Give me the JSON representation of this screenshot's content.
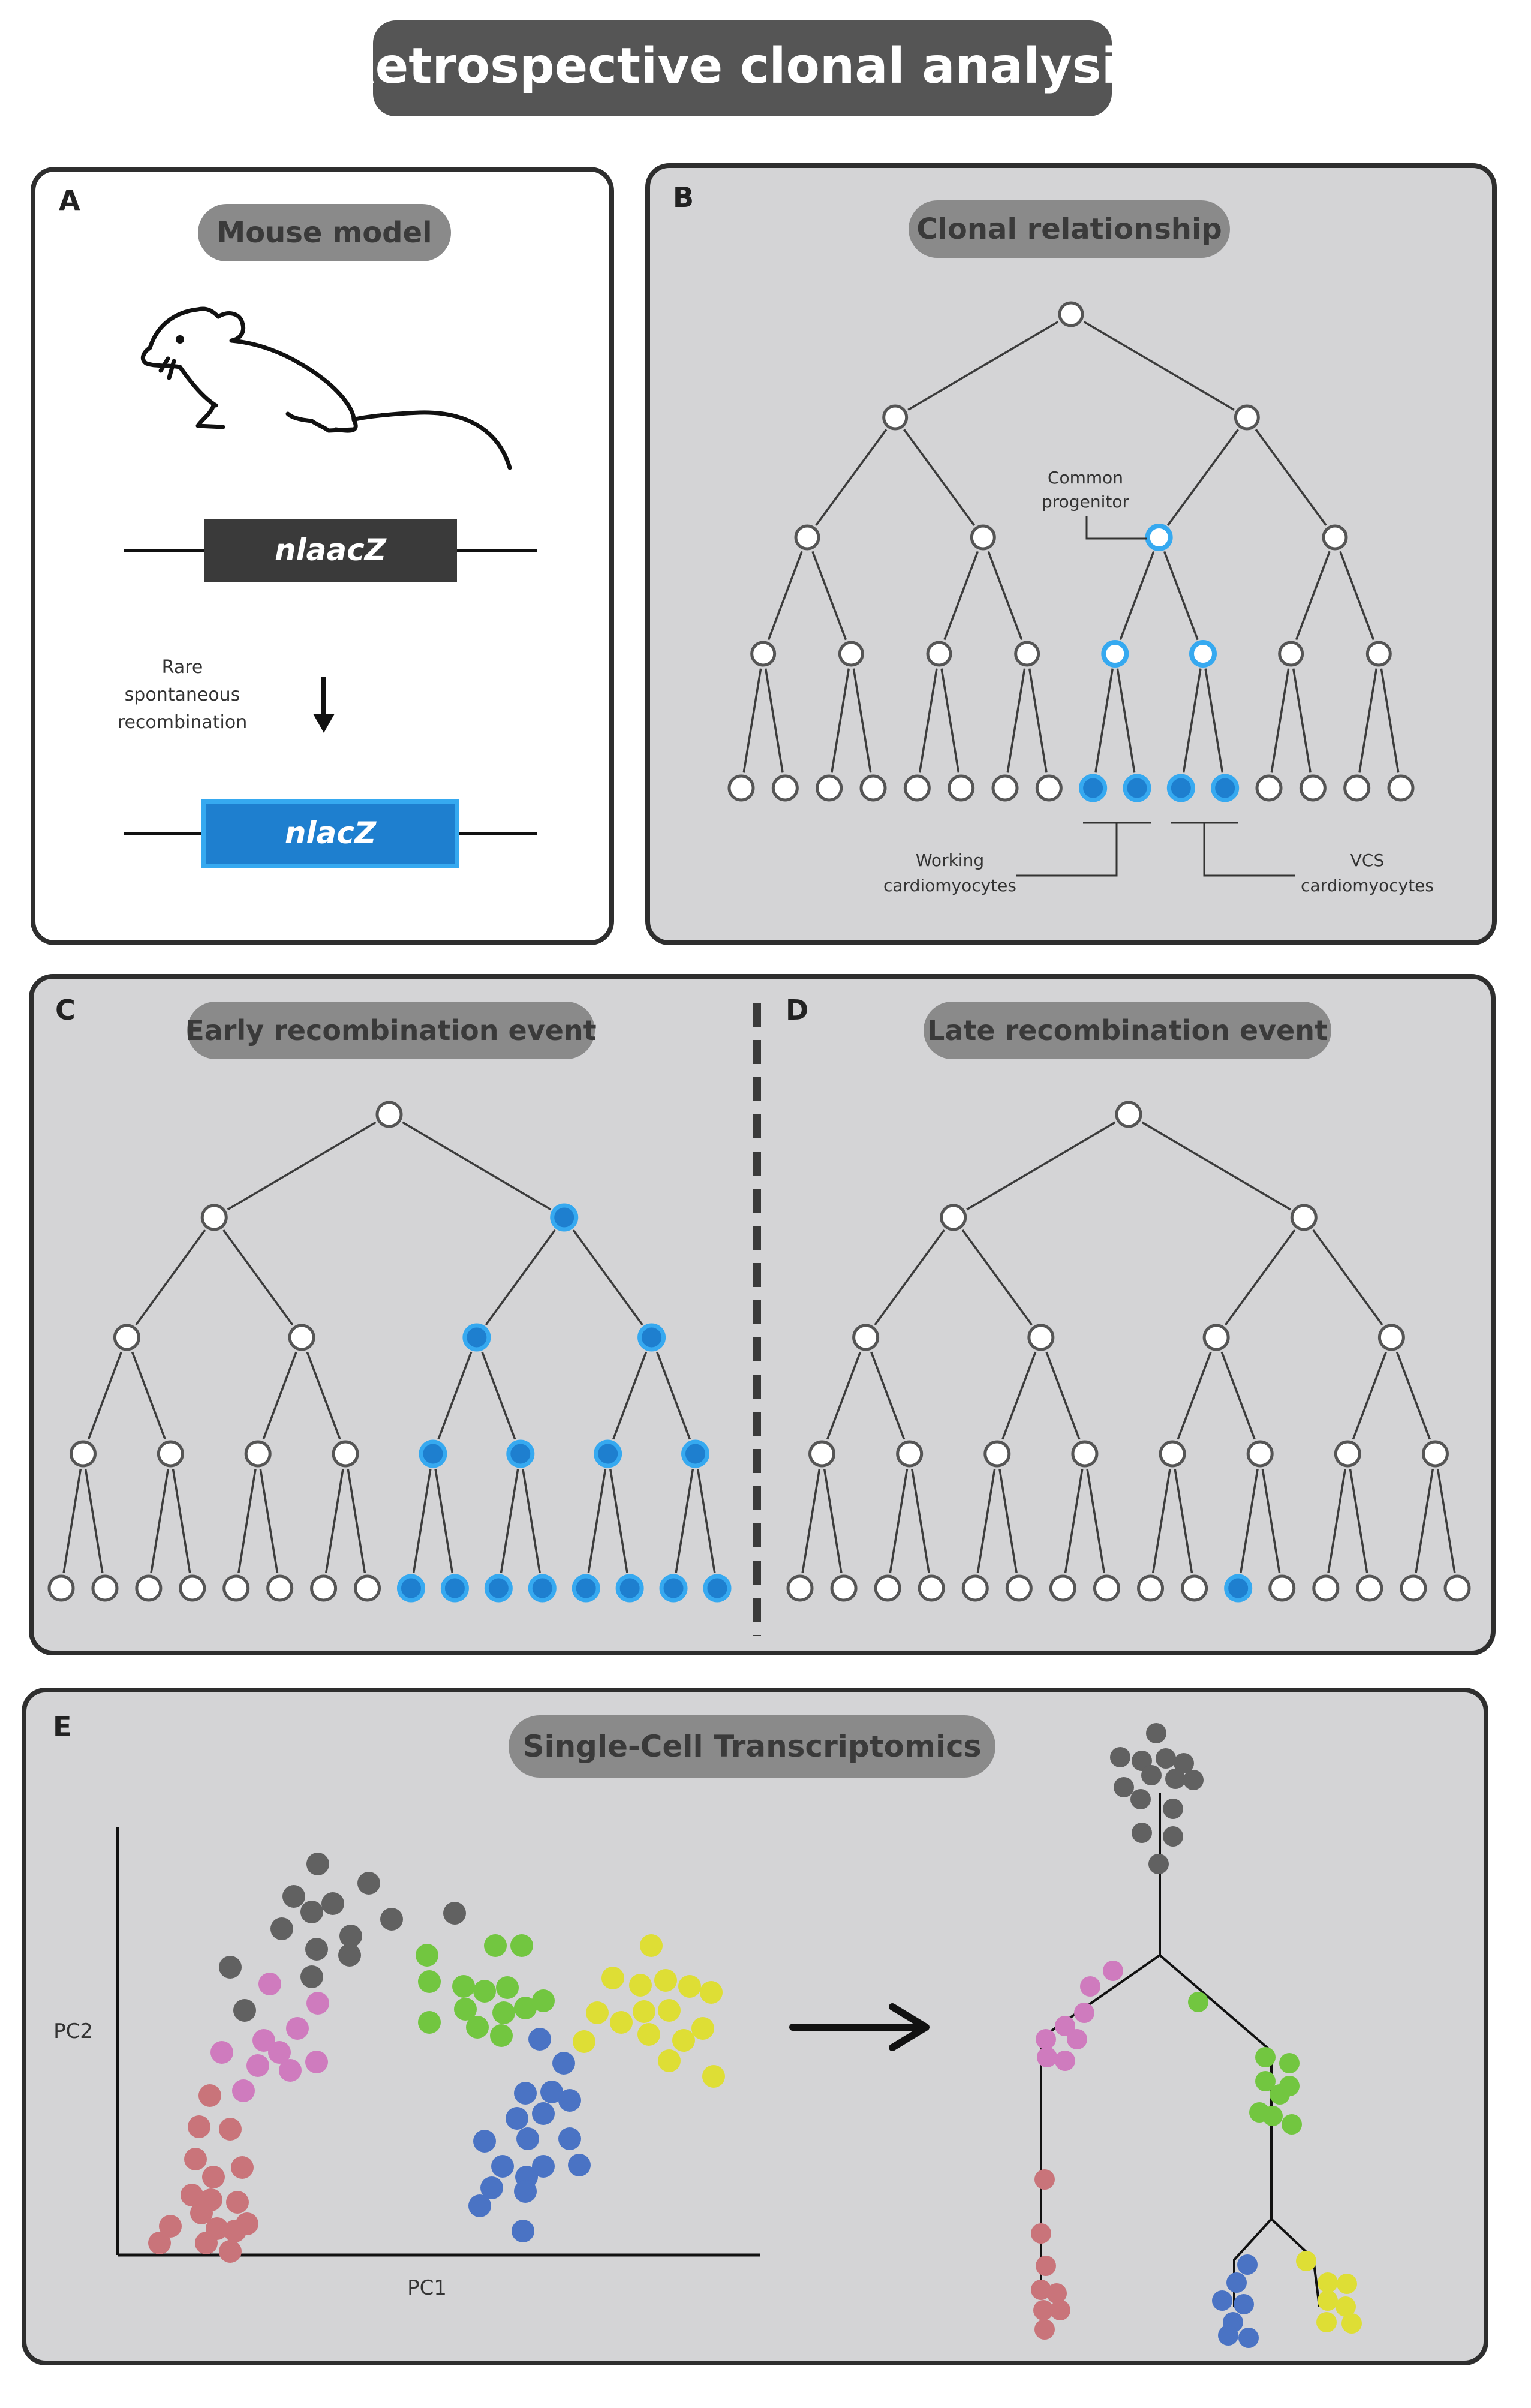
{
  "title": "Retrospective clonal analysis",
  "panels": {
    "A": {
      "letter": "A",
      "heading": "Mouse model",
      "gene_before": "nlaacZ",
      "gene_after": "nlacZ",
      "arrow_label": [
        "Rare",
        "spontaneous",
        "recombination"
      ]
    },
    "B": {
      "letter": "B",
      "heading": "Clonal relationship",
      "progenitor_label": [
        "Common",
        "progenitor"
      ],
      "left_group_label": [
        "Working",
        "cardiomyocytes"
      ],
      "right_group_label": [
        "VCS",
        "cardiomyocytes"
      ]
    },
    "C": {
      "letter": "C",
      "heading": "Early recombination event"
    },
    "D": {
      "letter": "D",
      "heading": "Late recombination event"
    },
    "E": {
      "letter": "E",
      "heading": "Single-Cell Transcriptomics",
      "xlabel": "PC1",
      "ylabel": "PC2"
    }
  },
  "colors": {
    "pill": "#8a8a8a",
    "title_pill": "#555555",
    "panel_bg": "#d4d4d6",
    "panel_border": "#2e2e2e",
    "node_blue": "#1e7fcf",
    "node_blue_ring": "#36a9f0",
    "grey": "#616161",
    "pink": "#cf7bbe",
    "green": "#72c640",
    "yellow": "#dede35",
    "blue": "#4a73c4",
    "red": "#c9747a"
  }
}
